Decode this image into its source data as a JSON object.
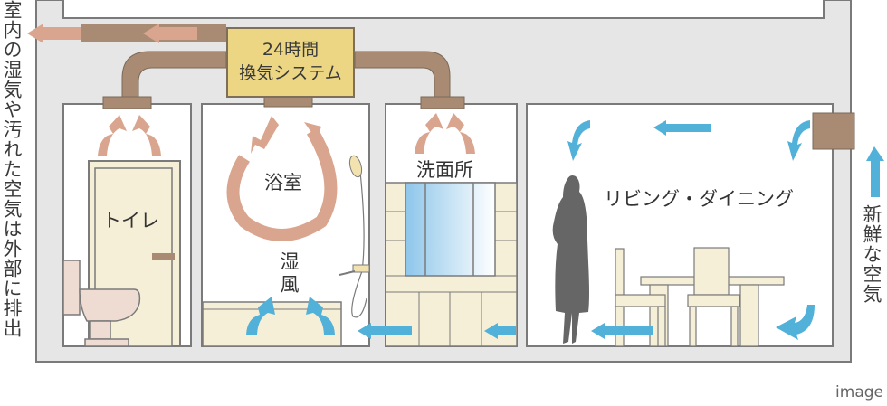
{
  "diagram": {
    "title": "24時間換気システム",
    "system_box": {
      "line1": "24時間",
      "line2": "換気システム"
    },
    "left_caption": "室内の湿気や汚れた空気は外部に排出",
    "right_caption": "新鮮な空気",
    "rooms": [
      {
        "id": "toilet",
        "label": "トイレ"
      },
      {
        "id": "bathroom",
        "label": "浴室",
        "sublabel": "湿風"
      },
      {
        "id": "washroom",
        "label": "洗面所"
      },
      {
        "id": "living",
        "label": "リビング・ダイニング"
      }
    ],
    "footer_note": "image",
    "colors": {
      "wall": "#e6e6e6",
      "outline": "#7a7a7a",
      "duct": "#a98b74",
      "exhaust_arrow": "#d9a58e",
      "fresh_air_arrow": "#52b1d9",
      "system_box": "#ecd683",
      "furniture": "#f6efd7",
      "silhouette": "#666666"
    }
  }
}
